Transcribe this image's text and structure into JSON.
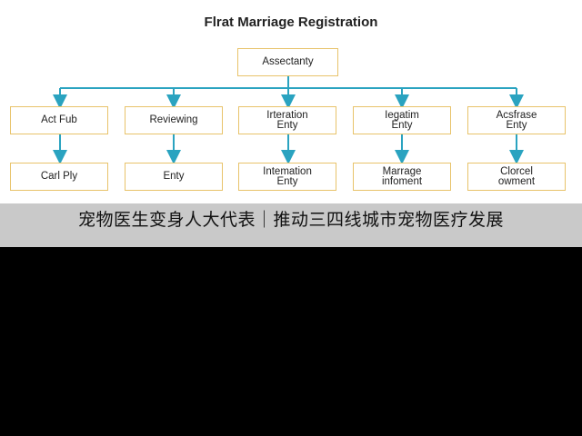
{
  "diagram": {
    "title": "Flrat Marriage Registration",
    "root": {
      "label": "Assectanty"
    },
    "branches": [
      {
        "top": "Act Fub",
        "bottom": "Carl Ply"
      },
      {
        "top": "Reviewing",
        "bottom": "Enty"
      },
      {
        "top": "Irteration\nEnty",
        "bottom": "Intemation\nEnty"
      },
      {
        "top": "Iegatim\nEnty",
        "bottom": "Marrage\ninfoment"
      },
      {
        "top": "Acsfrase\nEnty",
        "bottom": "Clorcel\nowment"
      }
    ],
    "colors": {
      "box_border": "#e8c36a",
      "connector": "#2aa3c0",
      "caption_band": "#c9c9c9",
      "background_bottom": "#000000"
    }
  },
  "caption": {
    "text": "宠物医生变身人大代表｜推动三四线城市宠物医疗发展"
  }
}
